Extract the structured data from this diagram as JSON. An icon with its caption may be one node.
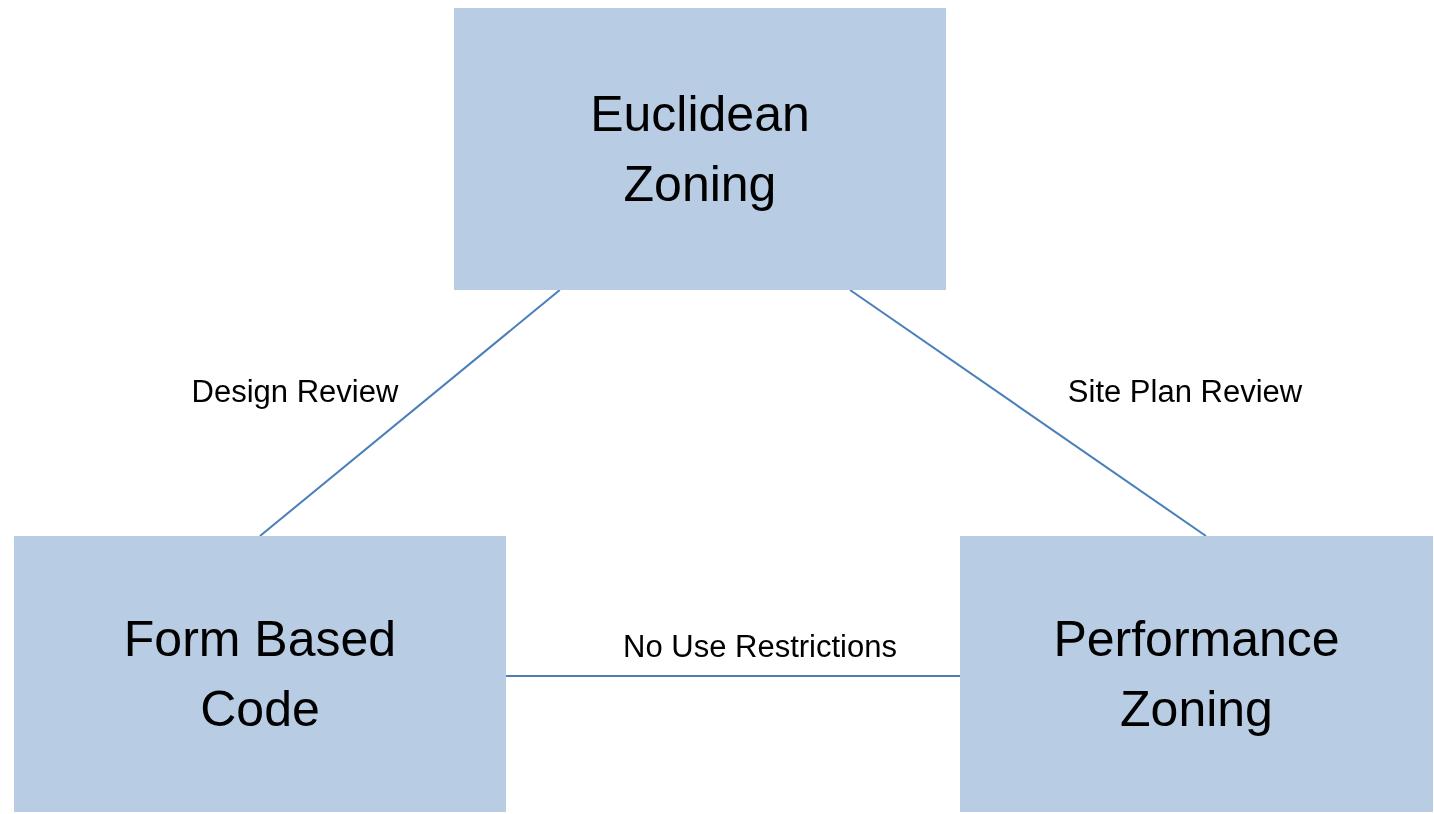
{
  "diagram": {
    "nodes": [
      {
        "text": [
          "Euclidean Zoning"
        ]
      },
      {
        "text": [
          "Form Based Code"
        ]
      },
      {
        "text": [
          "Performance Zoning"
        ]
      }
    ],
    "edges": [
      {
        "from": 0,
        "to": 1,
        "arrow": "none",
        "label": "Design Review"
      },
      {
        "from": 0,
        "to": 2,
        "arrow": "none",
        "label": "Site Plan Review"
      },
      {
        "from": 1,
        "to": 2,
        "arrow": "none",
        "label": "No Use Restrictions"
      }
    ]
  }
}
